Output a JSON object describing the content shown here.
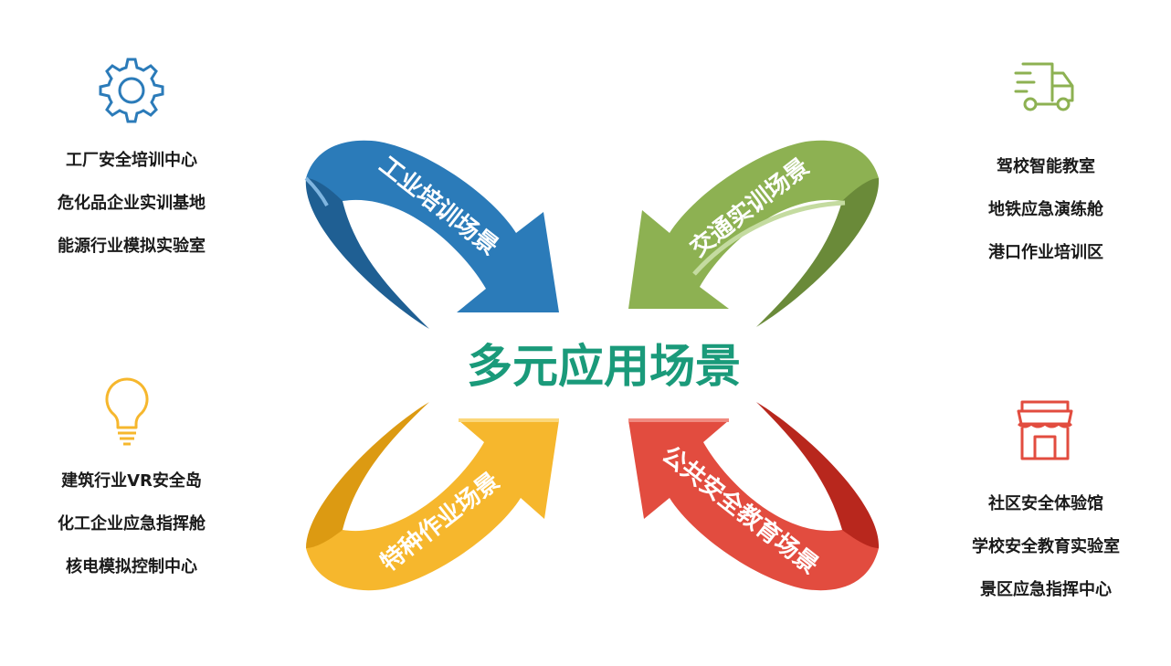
{
  "title": "多元应用场景",
  "colors": {
    "title": "#1a9a7a",
    "blue": "#2b7bb9",
    "green": "#8db152",
    "yellow": "#f6b72d",
    "red": "#e24c3f"
  },
  "arrows": {
    "top_left": "工业培训场景",
    "top_right": "交通实训场景",
    "bottom_left": "特种作业场景",
    "bottom_right": "公共安全教育场景"
  },
  "groups": {
    "top_left": {
      "icon": "gear-icon",
      "items": [
        "工厂安全培训中心",
        "危化品企业实训基地",
        "能源行业模拟实验室"
      ]
    },
    "top_right": {
      "icon": "truck-icon",
      "items": [
        "驾校智能教室",
        "地铁应急演练舱",
        "港口作业培训区"
      ]
    },
    "bottom_left": {
      "icon": "lightbulb-icon",
      "items": [
        "建筑行业VR安全岛",
        "化工企业应急指挥舱",
        "核电模拟控制中心"
      ]
    },
    "bottom_right": {
      "icon": "store-icon",
      "items": [
        "社区安全体验馆",
        "学校安全教育实验室",
        "景区应急指挥中心"
      ]
    }
  }
}
